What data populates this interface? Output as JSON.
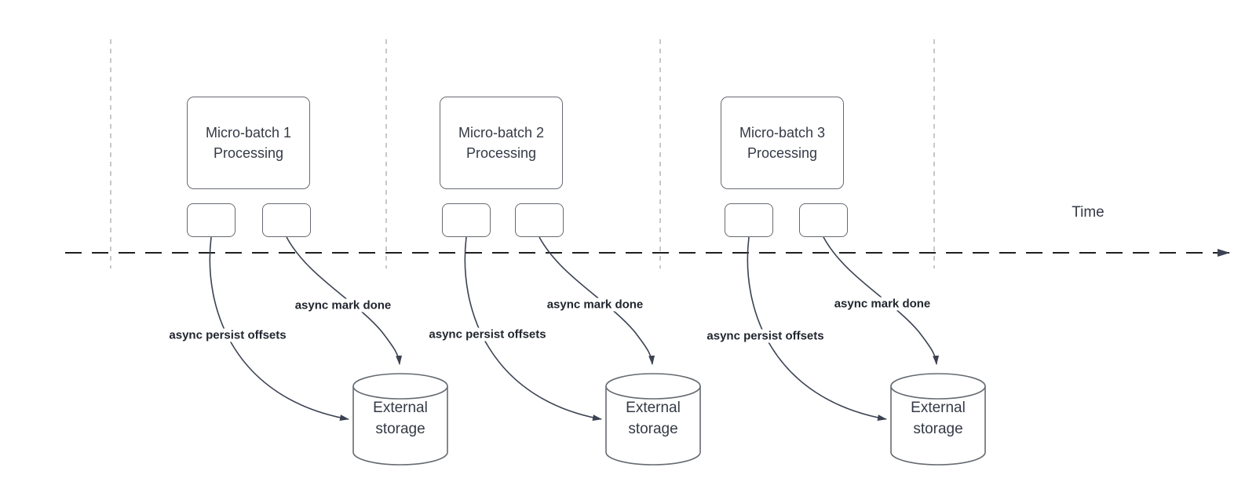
{
  "timeline": {
    "label": "Time"
  },
  "batches": [
    {
      "title": "Micro-batch 1\nProcessing",
      "persist_label": "async persist offsets",
      "mark_done_label": "async mark done",
      "storage_label": "External\nstorage"
    },
    {
      "title": "Micro-batch 2\nProcessing",
      "persist_label": "async persist offsets",
      "mark_done_label": "async mark done",
      "storage_label": "External\nstorage"
    },
    {
      "title": "Micro-batch 3\nProcessing",
      "persist_label": "async persist offsets",
      "mark_done_label": "async mark done",
      "storage_label": "External\nstorage"
    }
  ],
  "colors": {
    "curve_stroke": "#3b4252",
    "shape_border": "#666b71",
    "gridline": "#b4b6b9",
    "timeline": "#1f1f1f",
    "shape_text": "#343a46",
    "label_text": "#21252e",
    "canvas_bg": "#ffffff"
  }
}
